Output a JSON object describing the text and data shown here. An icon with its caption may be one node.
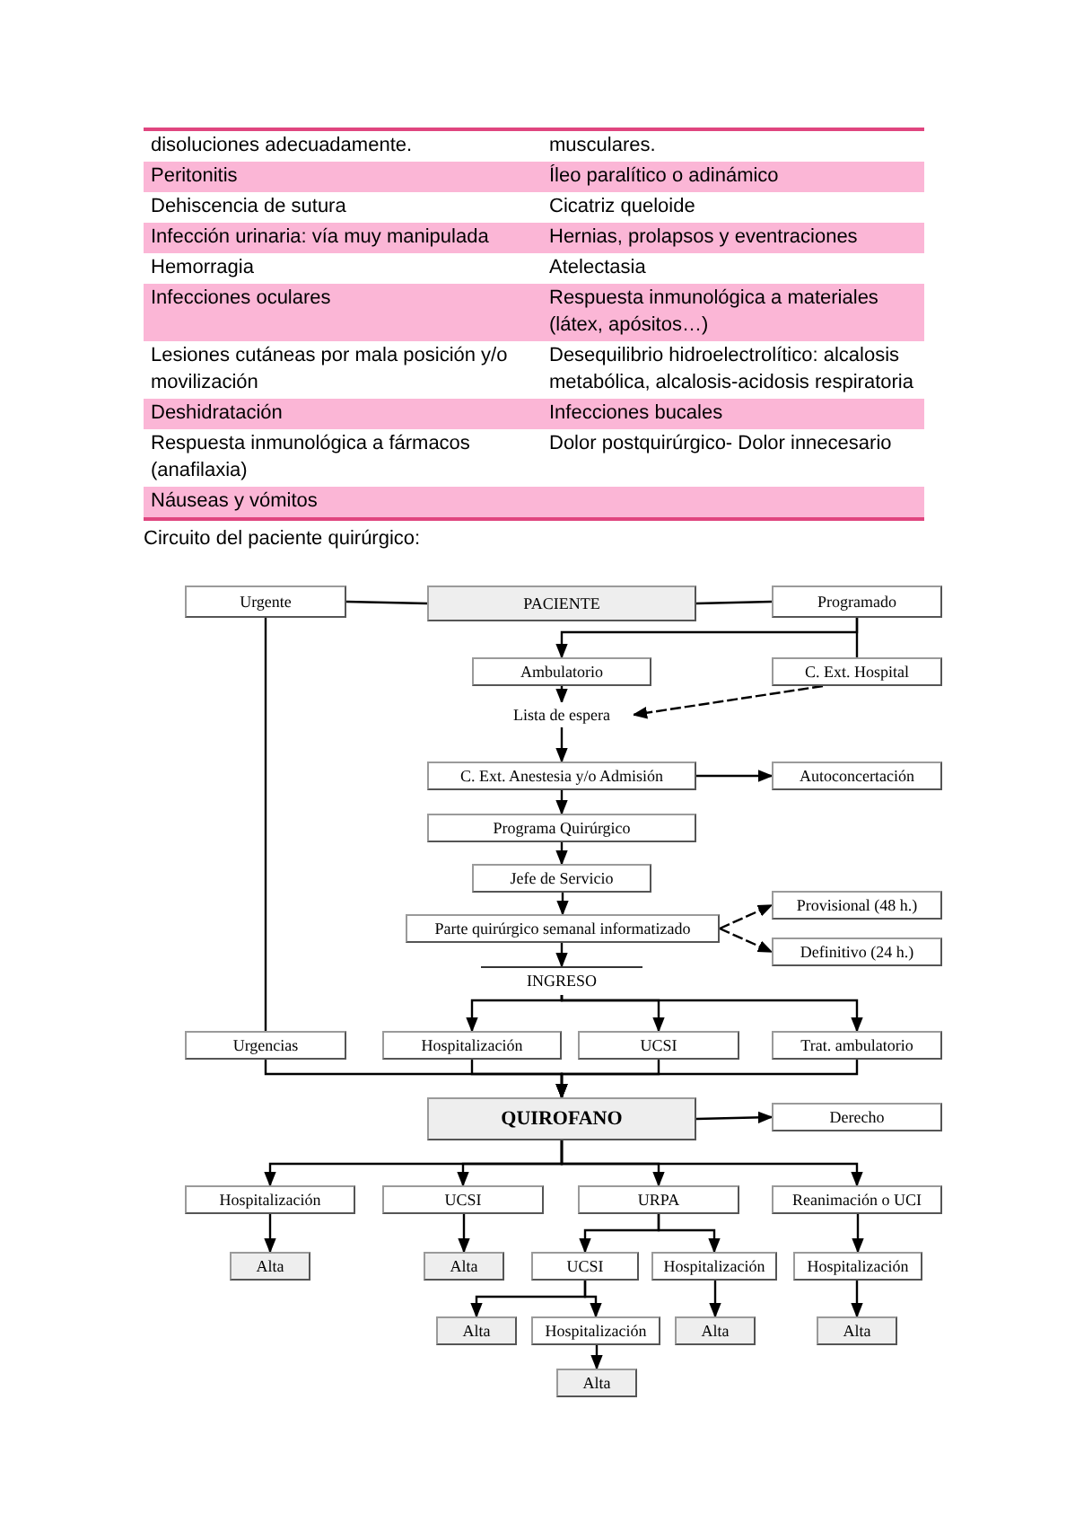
{
  "diagram": {
    "title": "Circuito del paciente quirúrgico:",
    "nodes": [
      {
        "text": [
          "Urgente"
        ]
      },
      {
        "text": [
          "PACIENTE"
        ]
      },
      {
        "text": [
          "Programado"
        ]
      },
      {
        "text": [
          "Ambulatorio"
        ]
      },
      {
        "text": [
          "C. Ext. Hospital"
        ]
      },
      {
        "text": [
          "Lista de espera"
        ]
      },
      {
        "text": [
          "C. Ext. Anestesia y/o Admisión"
        ]
      },
      {
        "text": [
          "Autoconcertación"
        ]
      },
      {
        "text": [
          "Programa Quirúrgico"
        ]
      },
      {
        "text": [
          "Jefe de Servicio"
        ]
      },
      {
        "text": [
          "Parte quirúrgico semanal informatizado"
        ]
      },
      {
        "text": [
          "Provisional (48 h.)"
        ]
      },
      {
        "text": [
          "Definitivo (24 h.)"
        ]
      },
      {
        "text": [
          "INGRESO"
        ]
      },
      {
        "text": [
          "Urgencias"
        ]
      },
      {
        "text": [
          "Hospitalización"
        ]
      },
      {
        "text": [
          "UCSI"
        ]
      },
      {
        "text": [
          "Trat. ambulatorio"
        ]
      },
      {
        "text": [
          "QUIROFANO"
        ]
      },
      {
        "text": [
          "Derecho"
        ]
      },
      {
        "text": [
          "Hospitalización"
        ]
      },
      {
        "text": [
          "UCSI"
        ]
      },
      {
        "text": [
          "URPA"
        ]
      },
      {
        "text": [
          "Reanimación o UCI"
        ]
      },
      {
        "text": [
          "Alta"
        ]
      },
      {
        "text": [
          "Alta"
        ]
      },
      {
        "text": [
          "UCSI"
        ]
      },
      {
        "text": [
          "Hospitalización"
        ]
      },
      {
        "text": [
          "Hospitalización"
        ]
      },
      {
        "text": [
          "Alta"
        ]
      },
      {
        "text": [
          "Hospitalización"
        ]
      },
      {
        "text": [
          "Alta"
        ]
      },
      {
        "text": [
          "Alta"
        ]
      },
      {
        "text": [
          "Alta"
        ]
      }
    ],
    "edges": [
      {
        "from": 1,
        "to": 0,
        "arrow": "none"
      },
      {
        "from": 1,
        "to": 2,
        "arrow": "none"
      },
      {
        "from": 2,
        "to": 3,
        "arrow": "to"
      },
      {
        "from": 2,
        "to": 4,
        "arrow": "none"
      },
      {
        "from": 3,
        "to": 5,
        "arrow": "to"
      },
      {
        "from": 4,
        "to": 5,
        "arrow": "to",
        "style": "dashed"
      },
      {
        "from": 5,
        "to": 6,
        "arrow": "to"
      },
      {
        "from": 6,
        "to": 7,
        "arrow": "to"
      },
      {
        "from": 6,
        "to": 8,
        "arrow": "to"
      },
      {
        "from": 8,
        "to": 9,
        "arrow": "to"
      },
      {
        "from": 9,
        "to": 10,
        "arrow": "to"
      },
      {
        "from": 10,
        "to": 11,
        "arrow": "to",
        "style": "dashed"
      },
      {
        "from": 10,
        "to": 12,
        "arrow": "to",
        "style": "dashed"
      },
      {
        "from": 10,
        "to": 13,
        "arrow": "to"
      },
      {
        "from": 0,
        "to": 14,
        "arrow": "none"
      },
      {
        "from": 13,
        "to": 15,
        "arrow": "to"
      },
      {
        "from": 13,
        "to": 16,
        "arrow": "to"
      },
      {
        "from": 13,
        "to": 17,
        "arrow": "to"
      },
      {
        "from": 14,
        "to": 18,
        "arrow": "to"
      },
      {
        "from": 15,
        "to": 18,
        "arrow": "to"
      },
      {
        "from": 16,
        "to": 18,
        "arrow": "to"
      },
      {
        "from": 17,
        "to": 18,
        "arrow": "to"
      },
      {
        "from": 18,
        "to": 19,
        "arrow": "to"
      },
      {
        "from": 18,
        "to": 20,
        "arrow": "to"
      },
      {
        "from": 18,
        "to": 21,
        "arrow": "to"
      },
      {
        "from": 18,
        "to": 22,
        "arrow": "to"
      },
      {
        "from": 18,
        "to": 23,
        "arrow": "to"
      },
      {
        "from": 20,
        "to": 24,
        "arrow": "to"
      },
      {
        "from": 21,
        "to": 25,
        "arrow": "to"
      },
      {
        "from": 22,
        "to": 26,
        "arrow": "to"
      },
      {
        "from": 22,
        "to": 27,
        "arrow": "to"
      },
      {
        "from": 23,
        "to": 28,
        "arrow": "to"
      },
      {
        "from": 26,
        "to": 29,
        "arrow": "to"
      },
      {
        "from": 26,
        "to": 30,
        "arrow": "to"
      },
      {
        "from": 27,
        "to": 31,
        "arrow": "to"
      },
      {
        "from": 28,
        "to": 32,
        "arrow": "to"
      },
      {
        "from": 30,
        "to": 33,
        "arrow": "to"
      }
    ],
    "labels": [
      "disoluciones adecuadamente.",
      "musculares.",
      "Peritonitis",
      "Íleo paralítico o adinámico",
      "Dehiscencia de sutura",
      "Cicatriz queloide",
      "Infección urinaria: vía muy manipulada",
      "Hernias, prolapsos y eventraciones",
      "Hemorragia",
      "Atelectasia",
      "Infecciones oculares",
      "Respuesta inmunológica a materiales (látex, apósitos…)",
      "Lesiones cutáneas por mala posición y/o movilización",
      "Desequilibrio hidroelectrolítico: alcalosis metabólica, alcalosis-acidosis respiratoria",
      "Deshidratación",
      "Infecciones bucales",
      "Respuesta inmunológica a fármacos (anafilaxia)",
      "Dolor postquirúrgico- Dolor innecesario",
      "Náuseas y vómitos"
    ]
  }
}
